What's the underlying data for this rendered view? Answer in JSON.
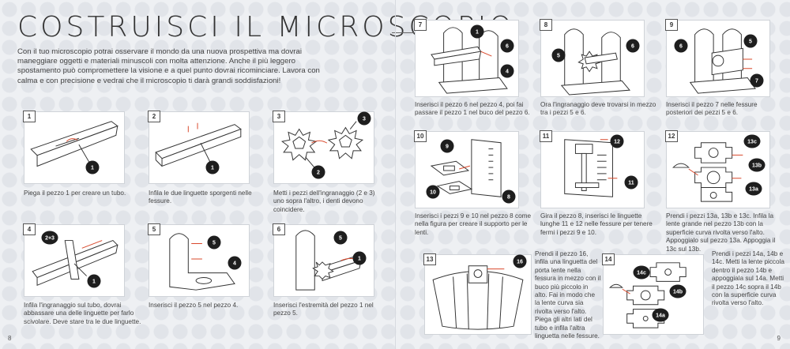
{
  "title": "COSTRUISCI IL MICROSCOPIO",
  "intro": "Con il tuo microscopio potrai osservare il mondo da una nuova prospettiva ma dovrai maneggiare oggetti e materiali minuscoli con molta attenzione. Anche il più leggero spostamento può compromettere la visione e a quel punto dovrai ricominciare. Lavora con calma e con precisione e vedrai che il microscopio ti darà grandi soddisfazioni!",
  "page_numbers": {
    "left": "8",
    "right": "9"
  },
  "steps": [
    {
      "num": "1",
      "parts": [
        "1"
      ],
      "text": "Piega il pezzo 1 per creare un tubo."
    },
    {
      "num": "2",
      "parts": [
        "1"
      ],
      "text": "Infila le due linguette sporgenti nelle fessure."
    },
    {
      "num": "3",
      "parts": [
        "3",
        "2"
      ],
      "text": "Metti i pezzi dell'ingranaggio (2 e 3) uno sopra l'altro, i denti devono coincidere."
    },
    {
      "num": "4",
      "parts": [
        "2+3",
        "1"
      ],
      "text": "Infila l'ingranaggio sul tubo, dovrai abbassare una delle linguette per farlo scivolare. Deve stare tra le due linguette."
    },
    {
      "num": "5",
      "parts": [
        "5",
        "4"
      ],
      "text": "Inserisci il pezzo 5 nel pezzo 4."
    },
    {
      "num": "6",
      "parts": [
        "5",
        "1"
      ],
      "text": "Inserisci l'estremità del pezzo 1 nel pezzo 5."
    },
    {
      "num": "7",
      "parts": [
        "1",
        "6",
        "4"
      ],
      "text": "Inserisci il pezzo 6 nel pezzo 4, poi fai passare il pezzo 1 nel buco del pezzo 6."
    },
    {
      "num": "8",
      "parts": [
        "6",
        "5"
      ],
      "text": "Ora l'ingranaggio deve trovarsi in mezzo tra i pezzi 5 e 6."
    },
    {
      "num": "9",
      "parts": [
        "6",
        "5",
        "7"
      ],
      "text": "Inserisci il pezzo 7 nelle fessure posteriori dei pezzi 5 e 6."
    },
    {
      "num": "10",
      "parts": [
        "9",
        "10",
        "8"
      ],
      "text": "Inserisci i pezzi 9 e 10 nel pezzo 8 come nella figura per creare il supporto per le lenti."
    },
    {
      "num": "11",
      "parts": [
        "12",
        "11"
      ],
      "text": "Gira il pezzo 8, inserisci le linguette lunghe 11 e 12 nelle fessure per tenere fermi i pezzi 9 e 10."
    },
    {
      "num": "12",
      "parts": [
        "13c",
        "13b",
        "13a"
      ],
      "text": "Prendi i pezzi 13a, 13b e 13c. Infila la lente grande nel pezzo 13b con la superficie curva rivolta verso l'alto. Appoggialo sul pezzo 13a. Appoggia il 13c sul 13b."
    },
    {
      "num": "13",
      "parts": [
        "16"
      ],
      "text": "Prendi il pezzo 16, infila una linguetta del porta lente nella fessura in mezzo con il buco più piccolo in alto. Fai in modo che la lente curva sia rivolta verso l'alto. Piega gli altri lati del tubo e infila l'altra linguetta nelle fessure."
    },
    {
      "num": "14",
      "parts": [
        "14c",
        "14b",
        "14a"
      ],
      "text": "Prendi i pezzi 14a, 14b e 14c. Metti la lente piccola dentro il pezzo 14b e appoggiala sul 14a. Metti il pezzo 14c sopra il 14b con la superficie curva rivolta verso l'alto."
    }
  ],
  "colors": {
    "accent": "#d9482b",
    "badge": "#1e1e1e"
  }
}
